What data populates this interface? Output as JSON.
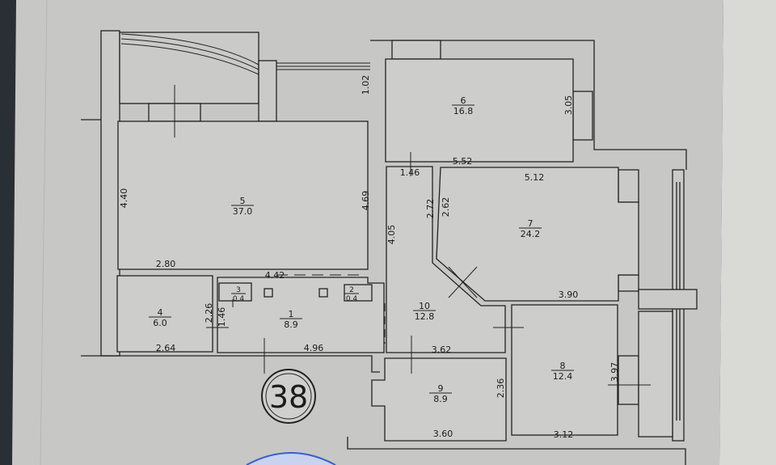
{
  "plan": {
    "apartment_number": "38",
    "rooms": [
      {
        "number": "1",
        "area": "8.9"
      },
      {
        "number": "2",
        "area": "0.4"
      },
      {
        "number": "3",
        "area": "0.4"
      },
      {
        "number": "4",
        "area": "6.0"
      },
      {
        "number": "5",
        "area": "37.0"
      },
      {
        "number": "6",
        "area": "16.8"
      },
      {
        "number": "7",
        "area": "24.2"
      },
      {
        "number": "8",
        "area": "12.4"
      },
      {
        "number": "9",
        "area": "8.9"
      },
      {
        "number": "10",
        "area": "12.8"
      }
    ],
    "dimensions": [
      "4.40",
      "2.80",
      "4.42",
      "4.69",
      "1.02",
      "2.26",
      "1.46",
      "2.64",
      "4.96",
      "3.05",
      "5.52",
      "1.46",
      "5.12",
      "2.72",
      "2.62",
      "4.05",
      "3.90",
      "3.62",
      "2.36",
      "3.60",
      "3.97",
      "3.12"
    ]
  },
  "colors": {
    "paper": "#c8c8c6",
    "room": "#cbcbc9",
    "line": "#222222",
    "stamp": "#3a5fc8"
  }
}
